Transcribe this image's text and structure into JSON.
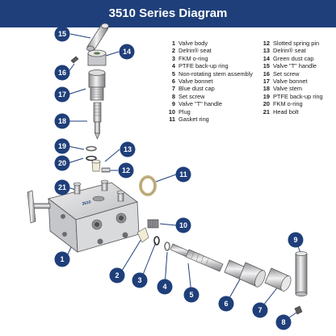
{
  "title": "3510 Series Diagram",
  "colors": {
    "header_bg": "#1f3f7a",
    "callout_bg": "#1f3f7a",
    "leader": "#1f3f7a",
    "body_metal": "#d4d5d7",
    "dark_metal": "#6b6c70"
  },
  "legend_left": [
    {
      "num": "1",
      "label": "Valve body"
    },
    {
      "num": "2",
      "label": "Delrin® seat"
    },
    {
      "num": "3",
      "label": "FKM o-ring"
    },
    {
      "num": "4",
      "label": "PTFE back-up ring"
    },
    {
      "num": "5",
      "label": "Non-rotating stem assembly"
    },
    {
      "num": "6",
      "label": "Valve bonnet"
    },
    {
      "num": "7",
      "label": "Blue dust cap"
    },
    {
      "num": "8",
      "label": "Set screw"
    },
    {
      "num": "9",
      "label": "Valve \"T\" handle"
    },
    {
      "num": "10",
      "label": "Plug"
    },
    {
      "num": "11",
      "label": "Gasket ring"
    }
  ],
  "legend_right": [
    {
      "num": "12",
      "label": "Slotted spring pin"
    },
    {
      "num": "13",
      "label": "Delrin® seat"
    },
    {
      "num": "14",
      "label": "Green dust cap"
    },
    {
      "num": "15",
      "label": "Valve \"T\" handle"
    },
    {
      "num": "16",
      "label": "Set screw"
    },
    {
      "num": "17",
      "label": "Valve bonnet"
    },
    {
      "num": "18",
      "label": "Valve stem"
    },
    {
      "num": "19",
      "label": "PTFE back-up ring"
    },
    {
      "num": "20",
      "label": "FKM o-ring"
    },
    {
      "num": "21",
      "label": "Head bolt"
    }
  ],
  "callouts": [
    "15",
    "14",
    "16",
    "17",
    "18",
    "19",
    "13",
    "20",
    "12",
    "11",
    "21",
    "10",
    "1",
    "2",
    "3",
    "4",
    "5",
    "6",
    "7",
    "9",
    "8"
  ],
  "body_stamp": "3510"
}
